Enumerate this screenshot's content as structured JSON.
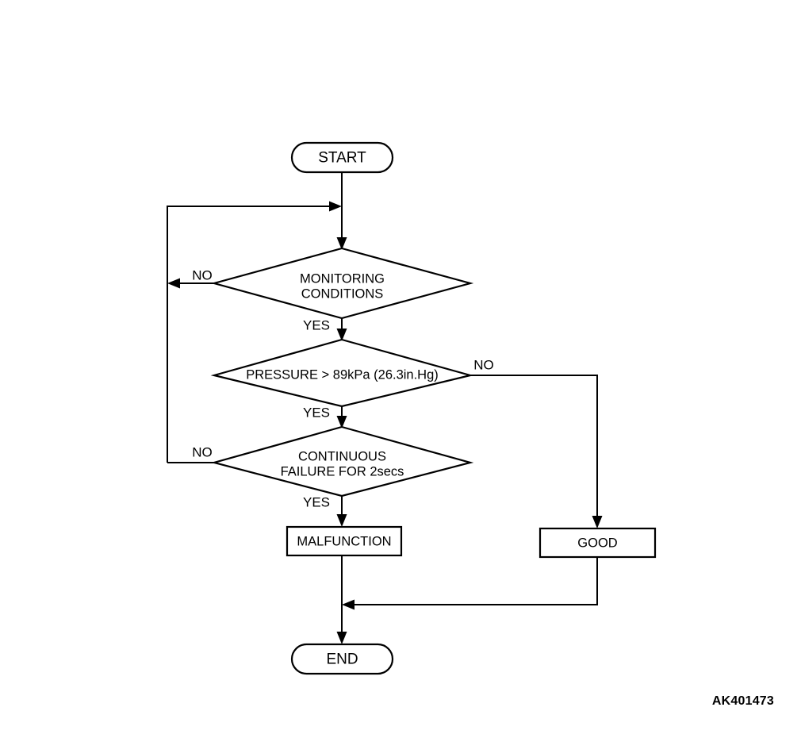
{
  "diagram": {
    "type": "flowchart",
    "title": "",
    "figure_code": "AK401473",
    "background_color": "#ffffff",
    "line_color": "#000000",
    "nodes": {
      "start": {
        "id": "start",
        "shape": "terminator",
        "label": "START"
      },
      "monitoring": {
        "id": "monitoring",
        "shape": "decision",
        "label_line1": "MONITORING",
        "label_line2": "CONDITIONS"
      },
      "pressure": {
        "id": "pressure",
        "shape": "decision",
        "label_line1": "PRESSURE > 89kPa (26.3in.Hg)",
        "label_line2": ""
      },
      "continuous": {
        "id": "continuous",
        "shape": "decision",
        "label_line1": "CONTINUOUS",
        "label_line2": "FAILURE FOR 2secs"
      },
      "malfunction": {
        "id": "malfunction",
        "shape": "process",
        "label": "MALFUNCTION"
      },
      "good": {
        "id": "good",
        "shape": "process",
        "label": "GOOD"
      },
      "end": {
        "id": "end",
        "shape": "terminator",
        "label": "END"
      }
    },
    "branch_labels": {
      "monitoring_no": "NO",
      "monitoring_yes": "YES",
      "pressure_no": "NO",
      "pressure_yes": "YES",
      "continuous_no": "NO",
      "continuous_yes": "YES"
    },
    "edges": [
      {
        "from": "start",
        "to": "monitoring",
        "label": ""
      },
      {
        "from": "monitoring",
        "to": "start-monitoring-link",
        "label": "NO"
      },
      {
        "from": "monitoring",
        "to": "pressure",
        "label": "YES"
      },
      {
        "from": "pressure",
        "to": "good",
        "label": "NO"
      },
      {
        "from": "pressure",
        "to": "continuous",
        "label": "YES"
      },
      {
        "from": "continuous",
        "to": "start-monitoring-link",
        "label": "NO"
      },
      {
        "from": "continuous",
        "to": "malfunction",
        "label": "YES"
      },
      {
        "from": "malfunction",
        "to": "end",
        "label": ""
      },
      {
        "from": "good",
        "to": "end",
        "label": ""
      }
    ]
  }
}
